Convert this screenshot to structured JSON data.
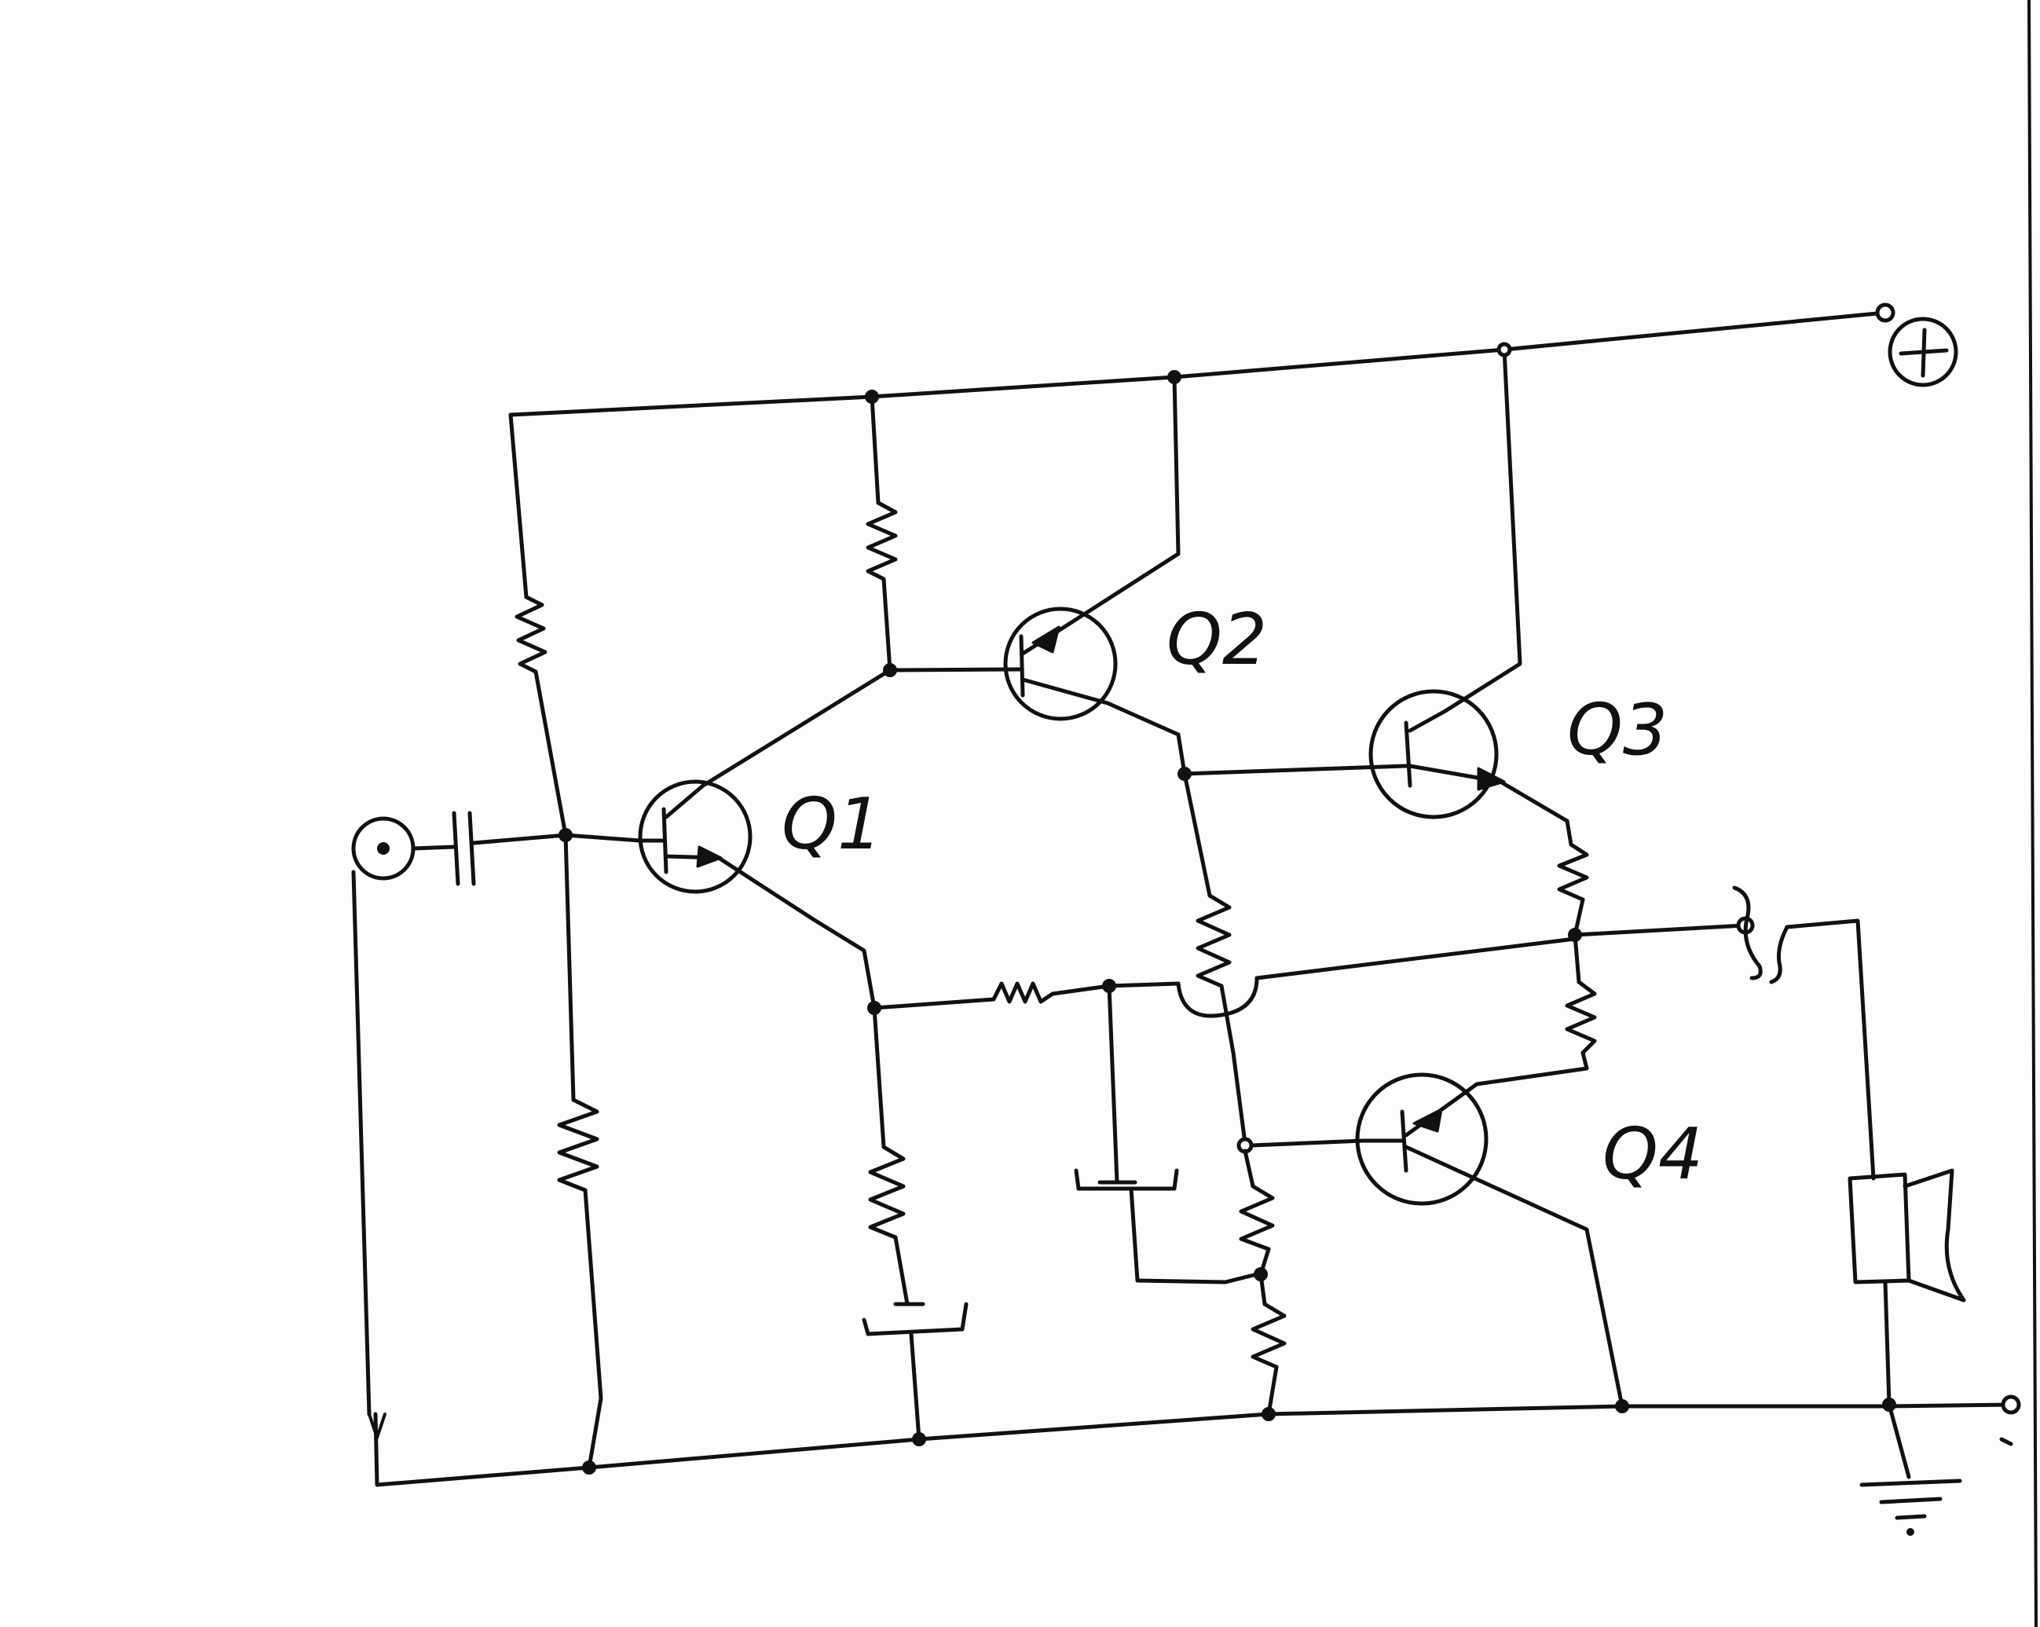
{
  "labels": {
    "q1": "Q1",
    "q2": "Q2",
    "q3": "Q3",
    "q4": "Q4",
    "plus": "+",
    "minus": "-"
  },
  "colors": {
    "ink": "#111111",
    "paper": "#fdfdfd"
  }
}
